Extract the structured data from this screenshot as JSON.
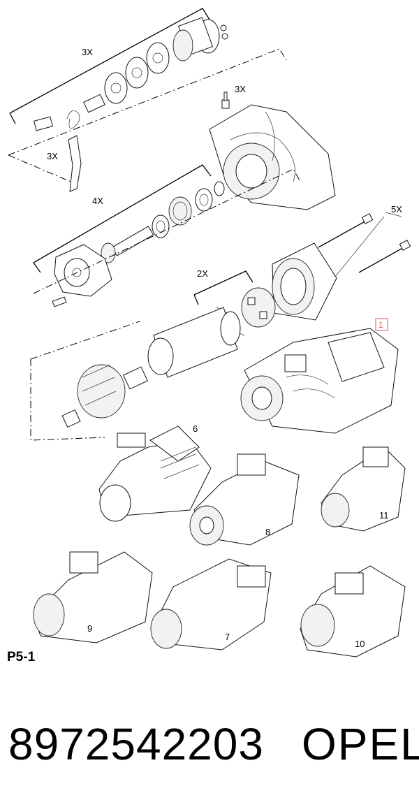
{
  "diagram": {
    "labels": {
      "qty_3x_a": "3X",
      "qty_3x_b": "3X",
      "qty_3x_c": "3X",
      "qty_4x": "4X",
      "qty_5x": "5X",
      "qty_2x": "2X",
      "callout_1": "1",
      "callout_6": "6",
      "callout_7": "7",
      "callout_8": "8",
      "callout_9": "9",
      "callout_10": "10",
      "callout_11": "11"
    },
    "highlight_color": "#d9534f"
  },
  "footer": {
    "page_code": "P5-1",
    "part_number": "8972542203",
    "brand": "OPEL"
  }
}
